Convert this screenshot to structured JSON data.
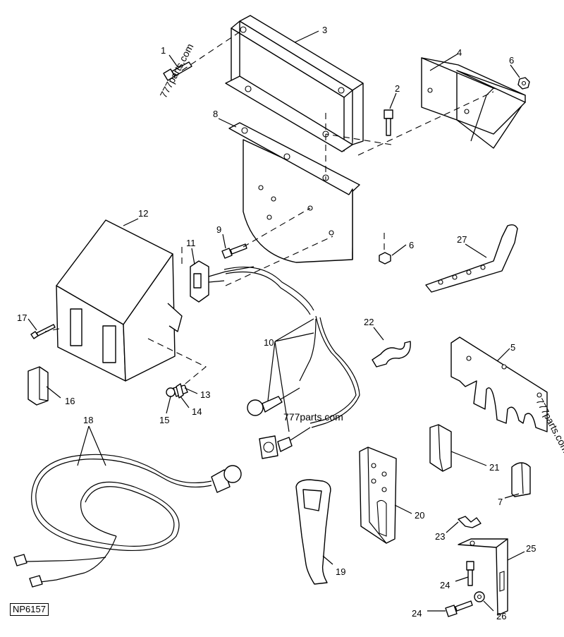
{
  "diagram": {
    "id_code": "NP6157",
    "watermarks": [
      "777parts.com",
      "777parts.com",
      "777parts.com"
    ],
    "callouts": [
      "1",
      "2",
      "3",
      "4",
      "5",
      "6",
      "6",
      "7",
      "8",
      "9",
      "10",
      "11",
      "12",
      "13",
      "14",
      "15",
      "16",
      "17",
      "18",
      "19",
      "20",
      "21",
      "22",
      "23",
      "24",
      "24",
      "25",
      "26",
      "27"
    ]
  }
}
